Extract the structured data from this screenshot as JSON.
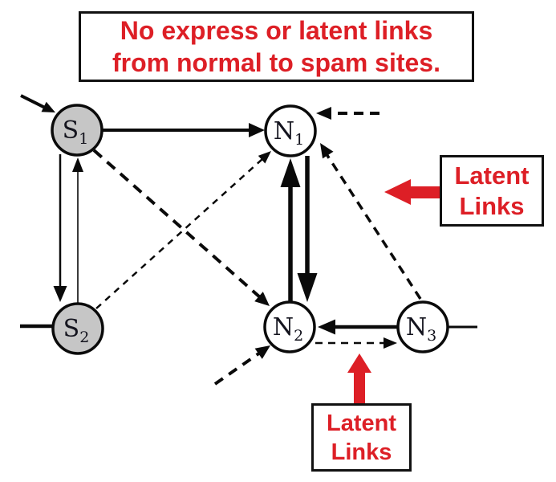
{
  "title_box": {
    "line1": "No express or latent links",
    "line2": "from normal to spam sites."
  },
  "annotations": {
    "latent_links_right": {
      "line1": "Latent",
      "line2": "Links"
    },
    "latent_links_bottom": {
      "line1": "Latent",
      "line2": "Links"
    }
  },
  "colors": {
    "accent_red": "#dd1f26",
    "spam_node_fill": "#c6c6c6",
    "normal_node_fill": "#ffffff",
    "edge_black": "#0a0a0a"
  },
  "graph": {
    "nodes": [
      {
        "id": "S1",
        "letter": "S",
        "subscript": "1",
        "type": "spam"
      },
      {
        "id": "S2",
        "letter": "S",
        "subscript": "2",
        "type": "spam"
      },
      {
        "id": "N1",
        "letter": "N",
        "subscript": "1",
        "type": "normal"
      },
      {
        "id": "N2",
        "letter": "N",
        "subscript": "2",
        "type": "normal"
      },
      {
        "id": "N3",
        "letter": "N",
        "subscript": "3",
        "type": "normal"
      }
    ],
    "edges": [
      {
        "from": "external",
        "to": "S1",
        "style": "express-solid"
      },
      {
        "from": "S1",
        "to": "N1",
        "style": "express-solid"
      },
      {
        "from": "S1",
        "to": "S2",
        "style": "express-solid"
      },
      {
        "from": "S2",
        "to": "S1",
        "style": "express-solid"
      },
      {
        "from": "N2",
        "to": "N1",
        "style": "express-solid-thick"
      },
      {
        "from": "N1",
        "to": "N2",
        "style": "express-solid-thick"
      },
      {
        "from": "N3",
        "to": "N2",
        "style": "express-solid"
      },
      {
        "from": "external",
        "to": "S2",
        "style": "express-solid-stub"
      },
      {
        "from": "N3",
        "to": "external",
        "style": "express-solid-stub"
      },
      {
        "from": "S1",
        "to": "N2",
        "style": "latent-dashed"
      },
      {
        "from": "S2",
        "to": "N1",
        "style": "latent-dashed"
      },
      {
        "from": "N3",
        "to": "N1",
        "style": "latent-dashed"
      },
      {
        "from": "external",
        "to": "N1",
        "style": "latent-dashed"
      },
      {
        "from": "N2",
        "to": "N3",
        "style": "latent-dashed"
      },
      {
        "from": "external",
        "to": "N2",
        "style": "latent-dashed"
      }
    ]
  }
}
